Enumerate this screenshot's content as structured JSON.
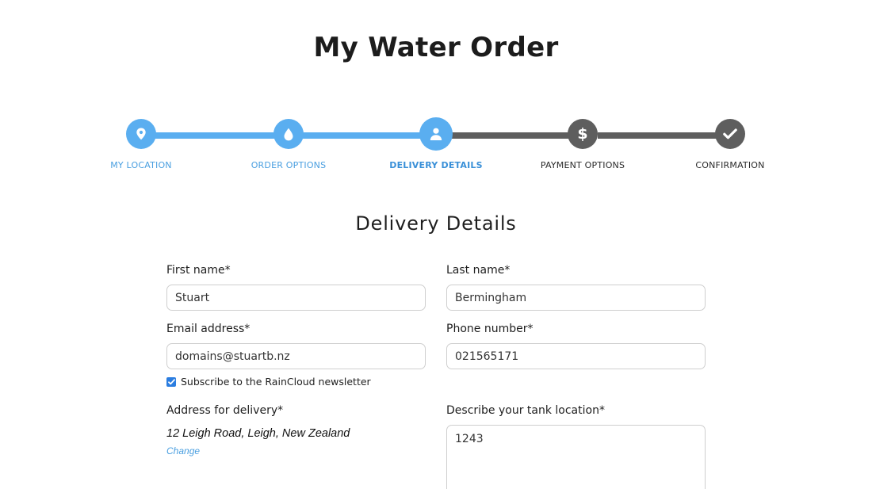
{
  "page": {
    "title": "My Water Order"
  },
  "stepper": {
    "steps": [
      {
        "label": "MY LOCATION",
        "icon": "map-pin-icon",
        "state": "done"
      },
      {
        "label": "ORDER OPTIONS",
        "icon": "water-drop-icon",
        "state": "done"
      },
      {
        "label": "DELIVERY DETAILS",
        "icon": "user-icon",
        "state": "current"
      },
      {
        "label": "PAYMENT OPTIONS",
        "icon": "dollar-icon",
        "state": "todo"
      },
      {
        "label": "CONFIRMATION",
        "icon": "checkmark-icon",
        "state": "todo"
      }
    ],
    "colors": {
      "done": "#5aaef0",
      "todo": "#5e5e5e"
    }
  },
  "form": {
    "section_title": "Delivery Details",
    "first_name": {
      "label": "First name*",
      "value": "Stuart"
    },
    "last_name": {
      "label": "Last name*",
      "value": "Bermingham"
    },
    "email": {
      "label": "Email address*",
      "value": "domains@stuartb.nz"
    },
    "phone": {
      "label": "Phone number*",
      "value": "021565171"
    },
    "newsletter": {
      "label": "Subscribe to the RainCloud newsletter",
      "checked": true
    },
    "address": {
      "label": "Address for delivery*",
      "value": "12 Leigh Road, Leigh, New Zealand",
      "change_label": "Change"
    },
    "tank_location": {
      "label": "Describe your tank location*",
      "value": "1243"
    }
  }
}
